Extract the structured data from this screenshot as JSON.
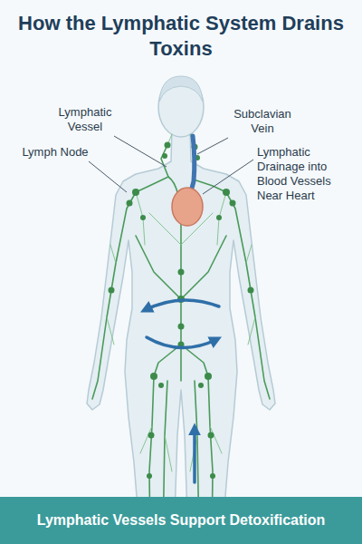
{
  "diagram": {
    "title": "How the Lymphatic System Drains Toxins",
    "caption": "Lymphatic Vessels Support Detoxification",
    "labels": [
      "Lymphatic Vessel",
      "Subclavian Vein",
      "Lymph Node",
      "Lymphatic Drainage into Blood Vessels Near Heart"
    ]
  }
}
